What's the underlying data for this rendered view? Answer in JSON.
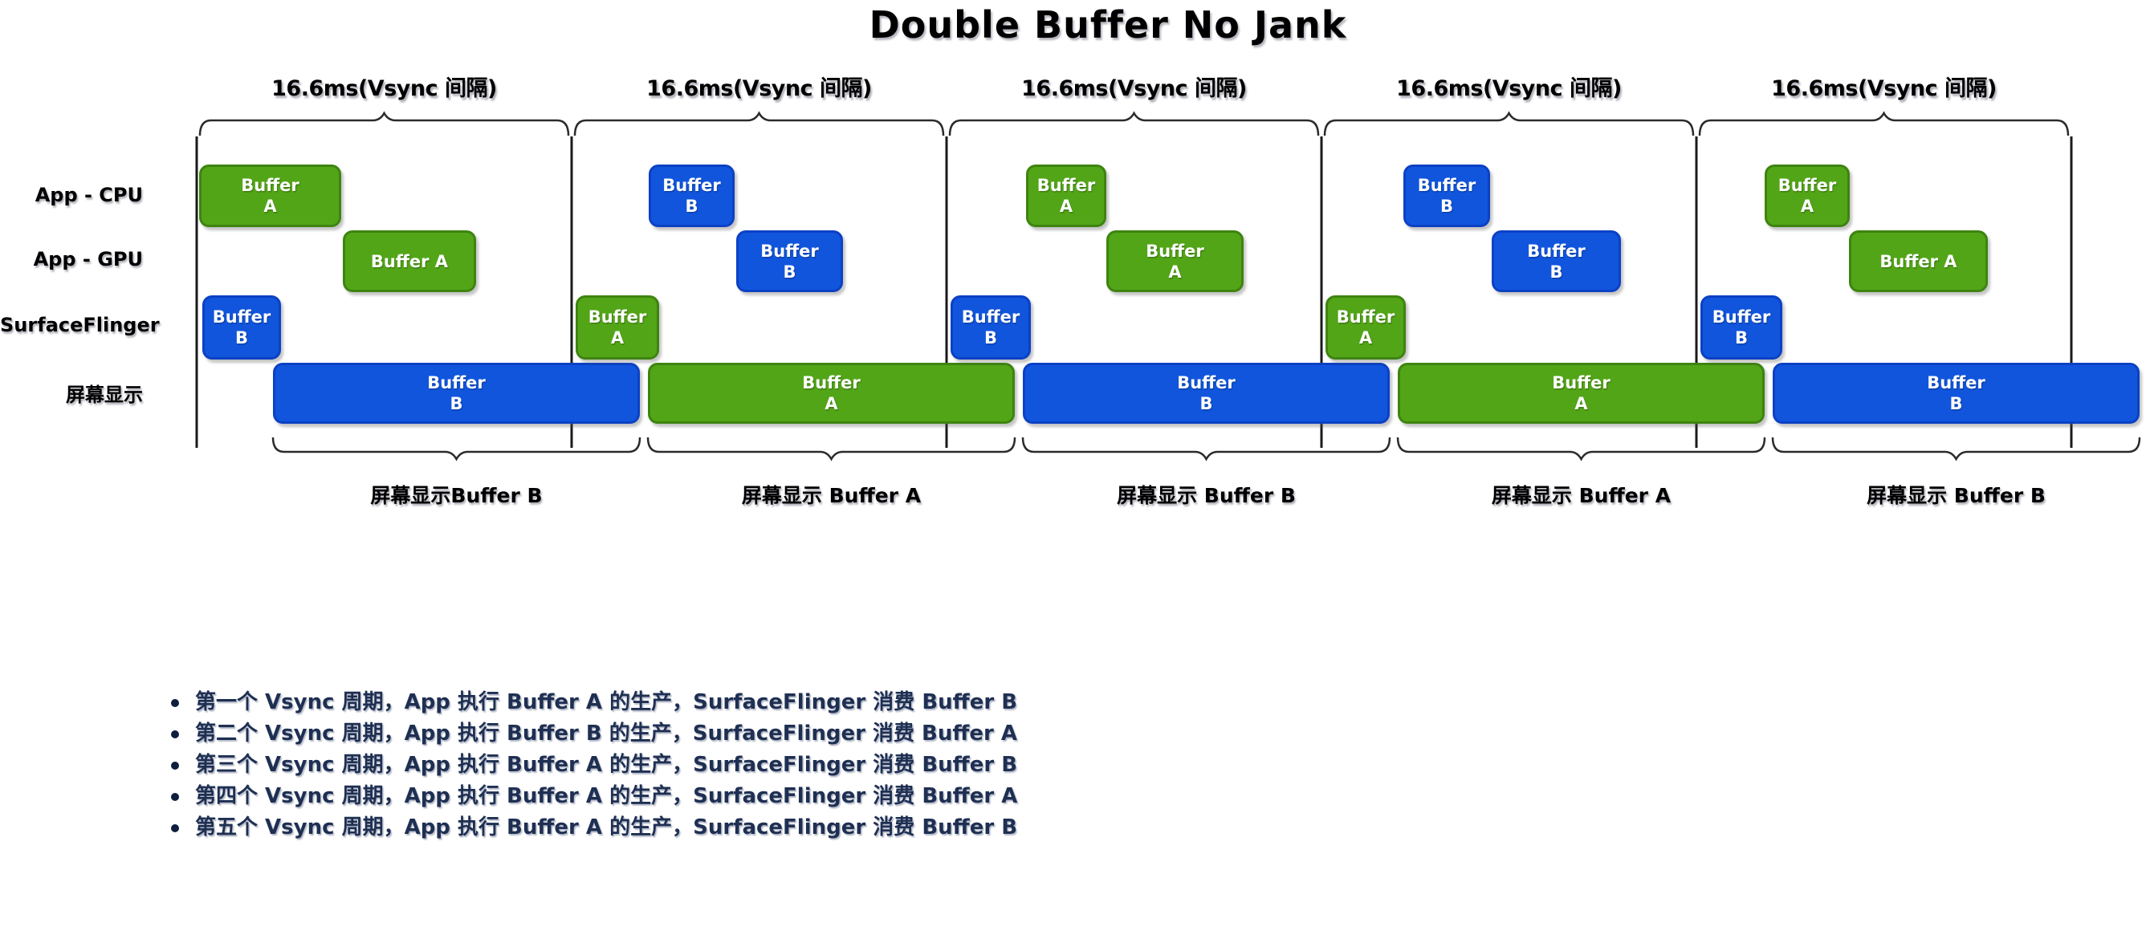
{
  "title": "Double Buffer No Jank",
  "vsync_interval_label": "16.6ms(Vsync 间隔)",
  "rows": {
    "app_cpu": "App - CPU",
    "app_gpu": "App - GPU",
    "surfaceflinger": "SurfaceFlinger",
    "screen": "屏幕显示"
  },
  "colors": {
    "green": "#52A517",
    "blue": "#1155DD",
    "note_text": "#1E2F52",
    "line": "#1a1a1a"
  },
  "intervals": [
    {
      "app_cpu": {
        "label": "Buffer A",
        "color": "green"
      },
      "app_gpu": {
        "label": "Buffer A",
        "color": "green"
      },
      "surfaceflinger": {
        "label": "Buffer B",
        "color": "blue"
      },
      "screen": {
        "label": "Buffer B",
        "color": "blue"
      },
      "screen_caption": "屏幕显示Buffer B"
    },
    {
      "app_cpu": {
        "label": "Buffer B",
        "color": "blue"
      },
      "app_gpu": {
        "label": "Buffer B",
        "color": "blue"
      },
      "surfaceflinger": {
        "label": "Buffer A",
        "color": "green"
      },
      "screen": {
        "label": "Buffer A",
        "color": "green"
      },
      "screen_caption": "屏幕显示 Buffer A"
    },
    {
      "app_cpu": {
        "label": "Buffer A",
        "color": "green"
      },
      "app_gpu": {
        "label": "Buffer A",
        "color": "green"
      },
      "surfaceflinger": {
        "label": "Buffer B",
        "color": "blue"
      },
      "screen": {
        "label": "Buffer B",
        "color": "blue"
      },
      "screen_caption": "屏幕显示 Buffer B"
    },
    {
      "app_cpu": {
        "label": "Buffer B",
        "color": "blue"
      },
      "app_gpu": {
        "label": "Buffer B",
        "color": "blue"
      },
      "surfaceflinger": {
        "label": "Buffer A",
        "color": "green"
      },
      "screen": {
        "label": "Buffer A",
        "color": "green"
      },
      "screen_caption": "屏幕显示 Buffer A"
    },
    {
      "app_cpu": {
        "label": "Buffer A",
        "color": "green"
      },
      "app_gpu": {
        "label": "Buffer A",
        "color": "green"
      },
      "surfaceflinger": {
        "label": "Buffer B",
        "color": "blue"
      },
      "screen": {
        "label": "Buffer B",
        "color": "blue"
      },
      "screen_caption": "屏幕显示 Buffer B"
    }
  ],
  "bullets": [
    "第一个 Vsync 周期，App 执行 Buffer A 的生产，SurfaceFlinger 消费 Buffer B",
    "第二个 Vsync 周期，App 执行 Buffer B 的生产，SurfaceFlinger 消费 Buffer A",
    "第三个 Vsync 周期，App 执行 Buffer A 的生产，SurfaceFlinger 消费 Buffer B",
    "第四个 Vsync 周期，App 执行 Buffer A 的生产，SurfaceFlinger 消费 Buffer A",
    "第五个 Vsync 周期，App 执行 Buffer A 的生产，SurfaceFlinger 消费 Buffer B"
  ]
}
